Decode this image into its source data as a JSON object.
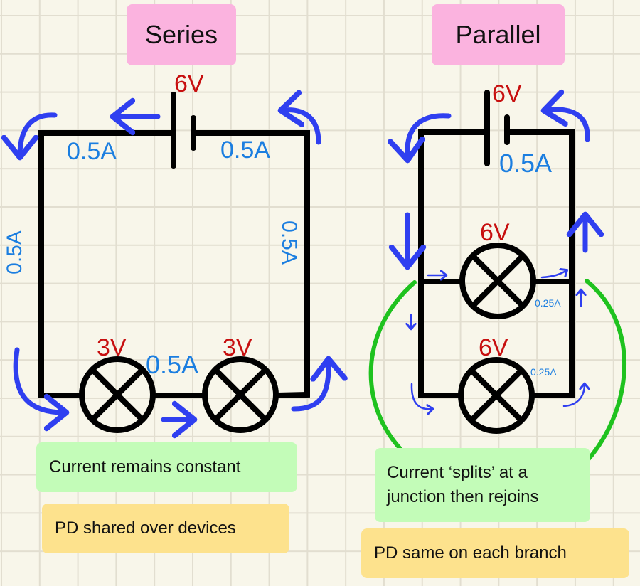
{
  "colors": {
    "background": "#f8f6ea",
    "grid": "#e2ded0",
    "wire": "#000000",
    "voltage_label": "#c70f0f",
    "current_label": "#1b7ee0",
    "current_arrow": "#2f3ff0",
    "bracket": "#1fc21f",
    "title_bg": "#fbb3df",
    "note_green_bg": "#c3fcb8",
    "note_yellow_bg": "#fde28d"
  },
  "series": {
    "title": "Series",
    "supply_voltage": "6V",
    "current_top_left": "0.5A",
    "current_top_right": "0.5A",
    "current_left": "0.5A",
    "current_right": "0.5A",
    "current_between_lamps": "0.5A",
    "lamp1_voltage": "3V",
    "lamp2_voltage": "3V",
    "note_current": "Current remains constant",
    "note_pd": "PD shared over devices"
  },
  "parallel": {
    "title": "Parallel",
    "supply_voltage": "6V",
    "current_main": "0.5A",
    "lamp1_voltage": "6V",
    "lamp2_voltage": "6V",
    "branch1_current": "0.25A",
    "branch2_current": "0.25A",
    "note_current": "Current ‘splits’ at a junction then rejoins",
    "note_pd": "PD same on each branch"
  }
}
